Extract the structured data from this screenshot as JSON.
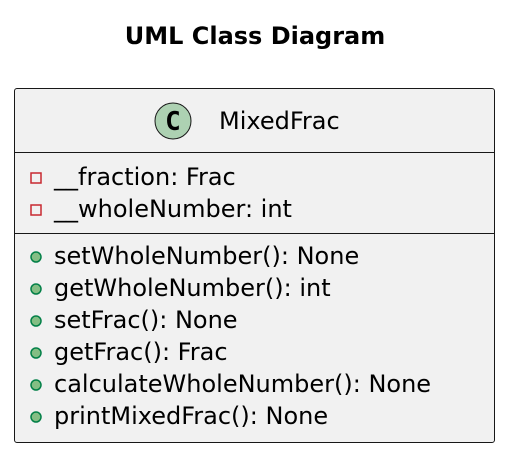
{
  "diagram": {
    "title": "UML Class Diagram"
  },
  "class": {
    "stereotype_letter": "C",
    "name": "MixedFrac",
    "colors": {
      "box_fill": "#f1f1f1",
      "border": "#181818",
      "circle_fill": "#add1b2",
      "private_marker": "#c82930",
      "public_marker": "#038048",
      "public_marker_fill": "#84be84"
    },
    "attributes": [
      {
        "visibility": "private",
        "text": "__fraction: Frac"
      },
      {
        "visibility": "private",
        "text": "__wholeNumber: int"
      }
    ],
    "operations": [
      {
        "visibility": "public",
        "text": "setWholeNumber(): None"
      },
      {
        "visibility": "public",
        "text": "getWholeNumber(): int"
      },
      {
        "visibility": "public",
        "text": "setFrac(): None"
      },
      {
        "visibility": "public",
        "text": "getFrac(): Frac"
      },
      {
        "visibility": "public",
        "text": "calculateWholeNumber(): None"
      },
      {
        "visibility": "public",
        "text": "printMixedFrac(): None"
      }
    ]
  }
}
